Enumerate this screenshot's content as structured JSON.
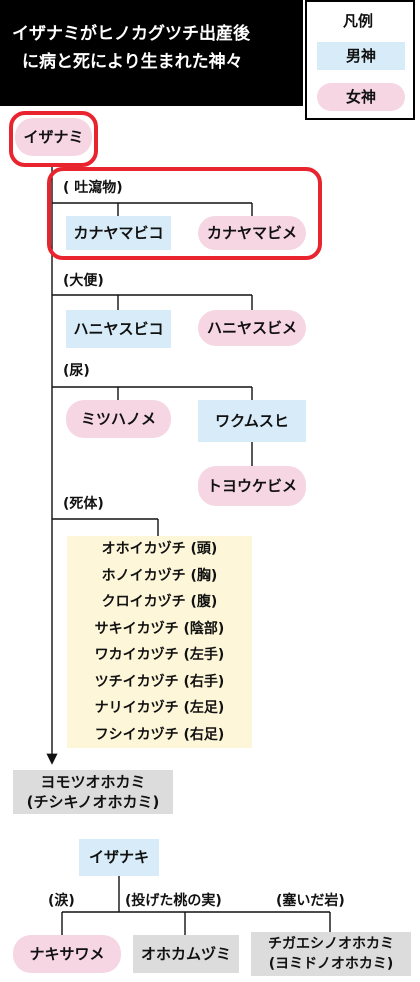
{
  "header": {
    "line1": "イザナミがヒノカグツチ出産後",
    "line2": "に病と死により生まれた神々"
  },
  "legend": {
    "title": "凡例",
    "male": "男神",
    "female": "女神"
  },
  "root": "イザナミ",
  "groups": {
    "vomit": {
      "label": "( 吐瀉物)",
      "male": "カナヤマビコ",
      "female": "カナヤマビメ"
    },
    "feces": {
      "label": "(大便)",
      "male": "ハニヤスビコ",
      "female": "ハニヤスビメ"
    },
    "urine": {
      "label": "(尿)",
      "female": "ミツハノメ",
      "male": "ワクムスヒ",
      "child": "トヨウケビメ"
    },
    "corpse": {
      "label": "(死体)",
      "gods": [
        "オホイカヅチ (頭)",
        "ホノイカヅチ (胸)",
        "クロイカヅチ (腹)",
        "サキイカヅチ (陰部)",
        "ワカイカヅチ (左手)",
        "ツチイカヅチ (右手)",
        "ナリイカヅチ (左足)",
        "フシイカヅチ (右足)"
      ]
    }
  },
  "yomotsu": {
    "line1": "ヨモツオホカミ",
    "line2": "(チシキノオホカミ)"
  },
  "izanagi": {
    "name": "イザナキ",
    "labels": {
      "tears": "(涙)",
      "peaches": "(投げた桃の実)",
      "rock": "(塞いだ岩)"
    },
    "tears_child": "ナキサワメ",
    "peach_child": "オホカムヅミ",
    "rock_child_line1": "チガエシノオホカミ",
    "rock_child_line2": "(ヨミドノオホカミ)"
  },
  "colors": {
    "male": "#d7ecf8",
    "female": "#f6d6e3",
    "gray": "#dcdcdc",
    "highlight": "#e8242e",
    "yellow": "#fdf6d9"
  }
}
